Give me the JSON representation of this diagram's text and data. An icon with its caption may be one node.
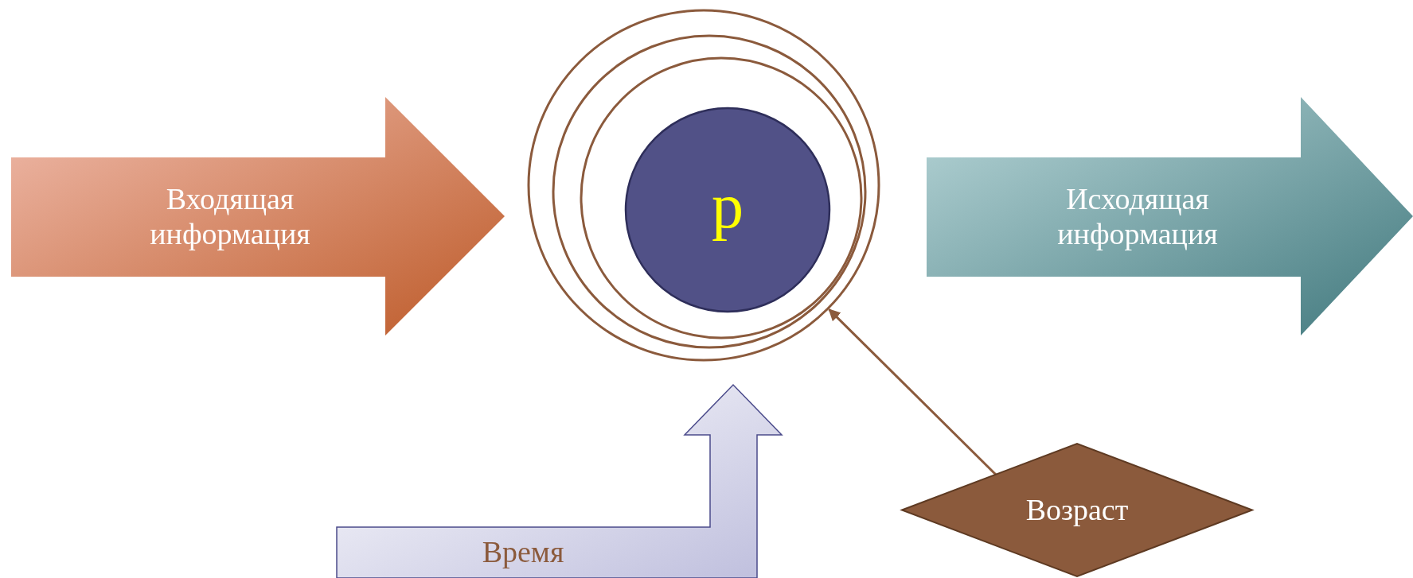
{
  "diagram": {
    "nodes": [
      {
        "text": [
          "Входящая информация"
        ]
      },
      {
        "text": [],
        "shape": "circle"
      },
      {
        "text": [
          "р"
        ],
        "in": 1
      },
      {
        "text": [
          "Исходящая информация"
        ]
      },
      {
        "text": [
          "Время"
        ]
      },
      {
        "text": [
          "Возраст"
        ]
      }
    ],
    "edges": [
      {
        "from": 5,
        "to": 1,
        "arrow": "to"
      }
    ]
  }
}
